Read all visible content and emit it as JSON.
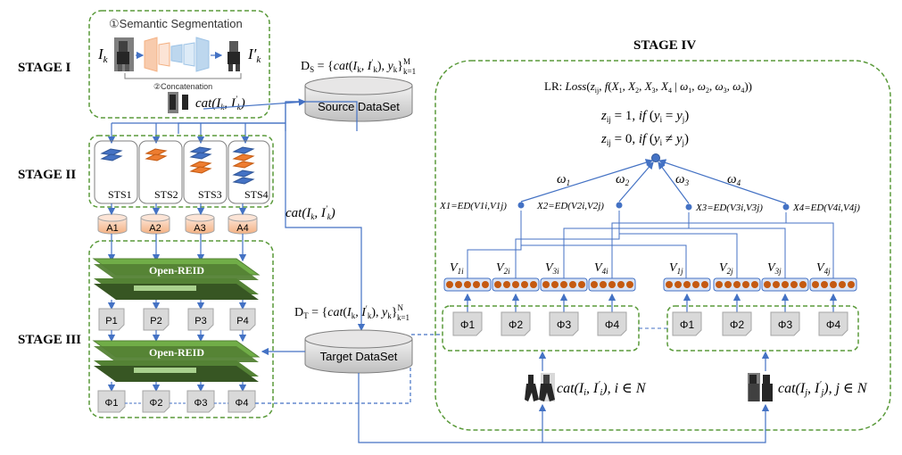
{
  "stages": {
    "stage1": "STAGE I",
    "stage2": "STAGE II",
    "stage3": "STAGE III",
    "stage4": "STAGE IV"
  },
  "stage1_panel": {
    "semantic_segmentation": "①Semantic Segmentation",
    "concatenation": "②Concatenation",
    "ik": "I",
    "ik_sub": "k",
    "ik_prime": "I′",
    "cat_formula": "cat(I_k, I′_k)"
  },
  "sts": [
    "STS1",
    "STS2",
    "STS3",
    "STS4"
  ],
  "a_labels": [
    "A1",
    "A2",
    "A3",
    "A4"
  ],
  "p_labels": [
    "P1",
    "P2",
    "P3",
    "P4"
  ],
  "phi_labels": [
    "Φ1",
    "Φ2",
    "Φ3",
    "Φ4"
  ],
  "open_reid": "Open-REID",
  "source_dataset": "Source DataSet",
  "target_dataset": "Target DataSet",
  "ds_formula": "D_S = {cat(I_k, I′_k), y_k}_{k=1}^M",
  "dt_formula": "D_T = {cat(I_k, I′_k), y_k}_{k=1}^N",
  "cat_mid": "cat(I_k, I′_k)",
  "stage4_panel": {
    "lr": "LR: Loss(z_ij, f(X1, X2, X3, X4 | ω1, ω2, ω3, ω4))",
    "z1": "z_ij = 1, if (y_i = y_j)",
    "z0": "z_ij = 0, if (y_i ≠ y_j)",
    "omegas": [
      "ω1",
      "ω2",
      "ω3",
      "ω4"
    ],
    "x_labels": [
      "X1=ED(V1i,V1j)",
      "X2=ED(V2i,V2j)",
      "X3=ED(V3i,V3j)",
      "X4=ED(V4i,V4j)"
    ],
    "v_i": [
      "V1i",
      "V2i",
      "V3i",
      "V4i"
    ],
    "v_j": [
      "V1j",
      "V2j",
      "V3j",
      "V4j"
    ],
    "cat_i": "cat(I_i, I′_i), i ∈ N",
    "cat_j": "cat(I_j, I′_j), j ∈ N"
  },
  "colors": {
    "green_dash": "#5a9a3a",
    "blue": "#4472c4",
    "dark_blue": "#2f5597",
    "orange": "#ed7d31",
    "feature_dot": "#c55a11",
    "reid_green": "#548235",
    "reid_green_light": "#70ad47",
    "cylinder_tan": "#f8cbad",
    "doc_gray": "#d9d9d9"
  }
}
